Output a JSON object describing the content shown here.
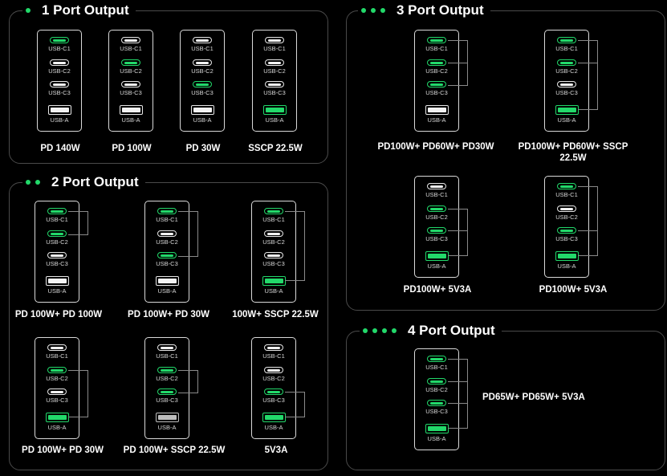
{
  "port_labels": {
    "c1": "USB-C1",
    "c2": "USB-C2",
    "c3": "USB-C3",
    "a": "USB-A"
  },
  "colors": {
    "active": "#22d96a",
    "inactive": "#f2f2f2",
    "border": "#4a4a4a"
  },
  "sections": {
    "one": {
      "title": "1 Port Output"
    },
    "two": {
      "title": "2 Port Output"
    },
    "three": {
      "title": "3 Port Output"
    },
    "four": {
      "title": "4 Port Output"
    }
  },
  "configs": [
    {
      "id": "s1-1",
      "section": "one",
      "active": [
        "c1"
      ],
      "caption": "PD 140W"
    },
    {
      "id": "s1-2",
      "section": "one",
      "active": [
        "c2"
      ],
      "caption": "PD 100W"
    },
    {
      "id": "s1-3",
      "section": "one",
      "active": [
        "c3"
      ],
      "caption": "PD 30W"
    },
    {
      "id": "s1-4",
      "section": "one",
      "active": [
        "a"
      ],
      "caption": "SSCP 22.5W"
    },
    {
      "id": "s2-1",
      "section": "two",
      "active": [
        "c1",
        "c2"
      ],
      "caption": "PD 100W+ PD 100W"
    },
    {
      "id": "s2-2",
      "section": "two",
      "active": [
        "c1",
        "c3"
      ],
      "caption": "PD 100W+ PD 30W"
    },
    {
      "id": "s2-3",
      "section": "two",
      "active": [
        "c1",
        "a"
      ],
      "caption": "100W+ SSCP 22.5W"
    },
    {
      "id": "s2-4",
      "section": "two",
      "active": [
        "c2",
        "a"
      ],
      "caption": "PD 100W+ PD 30W"
    },
    {
      "id": "s2-5",
      "section": "two",
      "active": [
        "c2",
        "c3"
      ],
      "grey": "a",
      "caption": "PD 100W+ SSCP 22.5W"
    },
    {
      "id": "s2-6",
      "section": "two",
      "active": [
        "c3",
        "a"
      ],
      "caption": "5V3A"
    },
    {
      "id": "s3-1",
      "section": "three",
      "active": [
        "c1",
        "c2",
        "c3"
      ],
      "caption": "PD100W+ PD60W+ PD30W"
    },
    {
      "id": "s3-2",
      "section": "three",
      "active": [
        "c1",
        "c2",
        "a"
      ],
      "caption": "PD100W+ PD60W+ SSCP 22.5W"
    },
    {
      "id": "s3-3",
      "section": "three",
      "active": [
        "c2",
        "c3",
        "a"
      ],
      "caption": "PD100W+ 5V3A"
    },
    {
      "id": "s3-4",
      "section": "three",
      "active": [
        "c1",
        "c3",
        "a"
      ],
      "caption": "PD100W+ 5V3A"
    },
    {
      "id": "s4-1",
      "section": "four",
      "active": [
        "c1",
        "c2",
        "c3",
        "a"
      ],
      "caption": "PD65W+ PD65W+ 5V3A"
    }
  ]
}
